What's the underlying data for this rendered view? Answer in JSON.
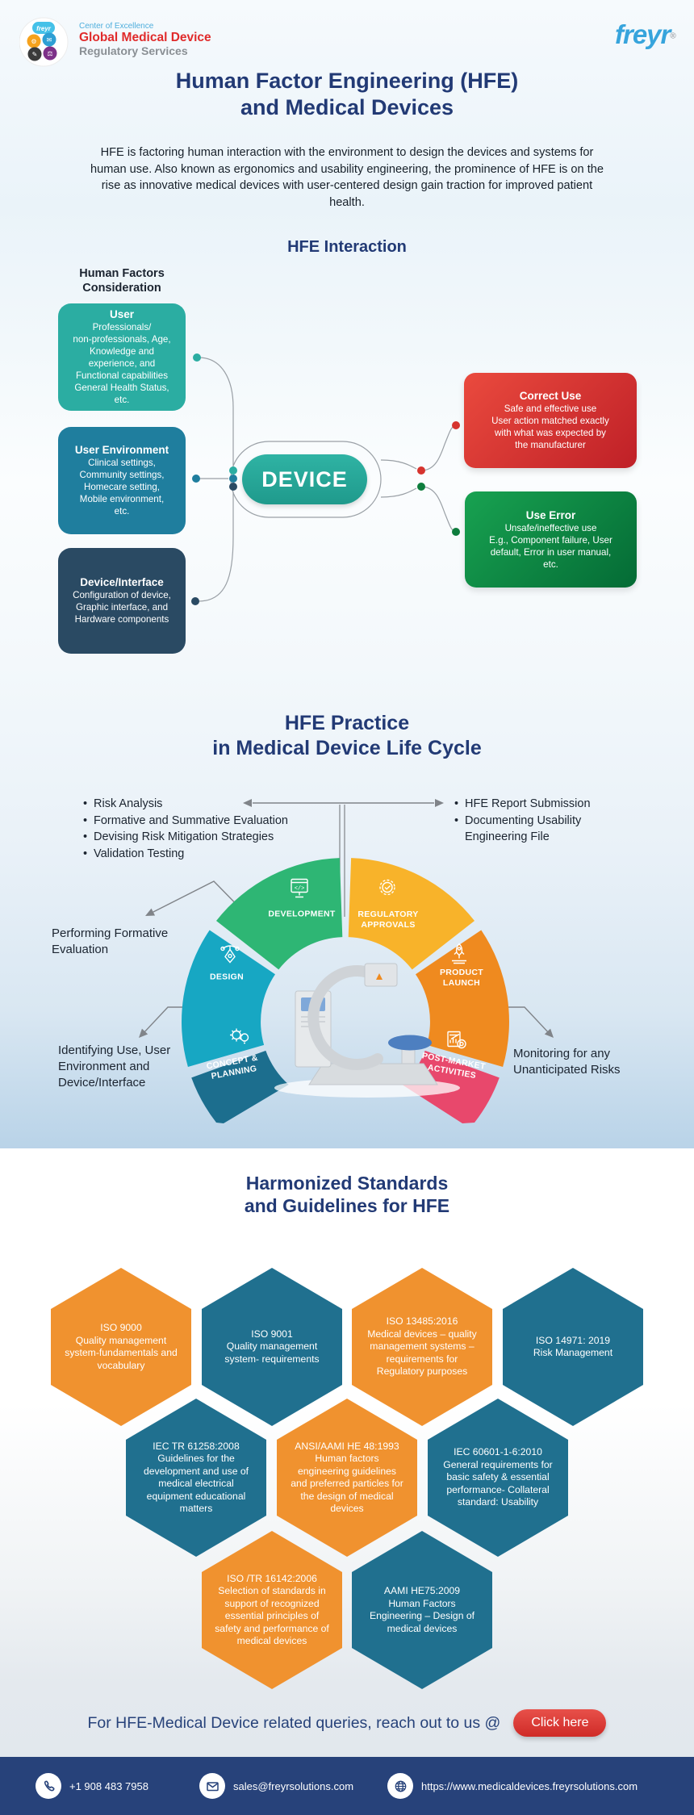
{
  "header": {
    "coe_line": "Center of Excellence",
    "brand_line1": "Global Medical Device",
    "brand_line2": "Regulatory Services",
    "logo_text": "freyr",
    "logo_reg": "®"
  },
  "title": {
    "line1": "Human Factor Engineering (HFE)",
    "line2": "and Medical Devices"
  },
  "intro": "HFE is factoring human interaction with the environment to design the devices and systems for human use. Also known as ergonomics and usability engineering, the prominence of HFE is on the rise as innovative medical devices with user-centered design gain traction for improved patient health.",
  "interaction": {
    "heading": "HFE Interaction",
    "left_heading": "Human Factors\nConsideration",
    "device_label": "DEVICE",
    "factors": [
      {
        "title": "User",
        "body": "Professionals/\nnon-professionals, Age,\nKnowledge and\nexperience, and\nFunctional capabilities\nGeneral Health Status,\netc.",
        "color": "#2bada2"
      },
      {
        "title": "User Environment",
        "body": "Clinical settings,\nCommunity settings,\nHomecare setting,\nMobile environment,\netc.",
        "color": "#1f7e9e"
      },
      {
        "title": "Device/Interface",
        "body": "Configuration of device,\nGraphic interface, and\nHardware components",
        "color": "#2a4a63"
      }
    ],
    "outcomes": [
      {
        "title": "Correct Use",
        "body": "Safe and effective use\nUser action matched exactly\nwith what was expected by\nthe manufacturer",
        "gradient": "linear-gradient(135deg,#ea4a3e,#bf2027)"
      },
      {
        "title": "Use Error",
        "body": "Unsafe/ineffective use\nE.g., Component failure, User\ndefault, Error in user manual,\netc.",
        "gradient": "linear-gradient(135deg,#18a251,#046b35)"
      }
    ]
  },
  "lifecycle": {
    "heading_line1": "HFE Practice",
    "heading_line2": "in Medical Device Life Cycle",
    "left_bullets": [
      "Risk Analysis",
      "Formative and Summative Evaluation",
      "Devising Risk Mitigation Strategies",
      "Validation Testing"
    ],
    "right_bullets": [
      "HFE Report Submission",
      "Documenting Usability Engineering File"
    ],
    "side_labels": {
      "left": "Performing Formative Evaluation",
      "bottom_left": "Identifying Use, User Environment and Device/Interface",
      "bottom_right": "Monitoring for any Unanticipated Risks"
    },
    "stages": [
      {
        "label": "CONCEPT & PLANNING",
        "color": "#1c6e8e",
        "icon": "idea-gear-icon"
      },
      {
        "label": "DESIGN",
        "color": "#17a7c3",
        "icon": "pen-tool-icon"
      },
      {
        "label": "DEVELOPMENT",
        "color": "#2eb674",
        "icon": "code-monitor-icon"
      },
      {
        "label": "REGULATORY APPROVALS",
        "color": "#f8b32a",
        "icon": "approval-badge-icon"
      },
      {
        "label": "PRODUCT LAUNCH",
        "color": "#ef8a1f",
        "icon": "rocket-launch-icon"
      },
      {
        "label": "POST-MARKET ACTIVITIES",
        "color": "#e8486c",
        "icon": "market-analysis-icon"
      }
    ]
  },
  "standards": {
    "heading_line1": "Harmonized Standards",
    "heading_line2": "and Guidelines for HFE",
    "hexagons": [
      {
        "title": "ISO 9000",
        "body": "Quality management system-fundamentals and vocabulary",
        "color": "#f0922f"
      },
      {
        "title": "ISO 9001",
        "body": "Quality management system- requirements",
        "color": "#20708f"
      },
      {
        "title": "ISO 13485:2016",
        "body": "Medical devices – quality management systems – requirements for Regulatory purposes",
        "color": "#f0922f"
      },
      {
        "title": "ISO 14971: 2019",
        "body": "Risk Management",
        "color": "#20708f"
      },
      {
        "title": "IEC TR 61258:2008",
        "body": "Guidelines for the development and use of medical electrical equipment educational matters",
        "color": "#20708f"
      },
      {
        "title": "ANSI/AAMI HE 48:1993",
        "body": "Human factors engineering guidelines and preferred particles for the design of medical devices",
        "color": "#f0922f"
      },
      {
        "title": "IEC 60601-1-6:2010",
        "body": "General requirements for basic safety & essential performance- Collateral standard: Usability",
        "color": "#20708f"
      },
      {
        "title": "ISO /TR 16142:2006",
        "body": "Selection of standards in support of recognized essential principles of safety and performance of medical devices",
        "color": "#f0922f"
      },
      {
        "title": "AAMI HE75:2009",
        "body": "Human Factors Engineering – Design of medical devices",
        "color": "#20708f"
      }
    ]
  },
  "cta": {
    "text": "For HFE-Medical Device related queries, reach out to us @",
    "button_label": "Click here"
  },
  "footer": {
    "phone": "+1 908 483 7958",
    "email": "sales@freyrsolutions.com",
    "website": "https://www.medicaldevices.freyrsolutions.com"
  }
}
